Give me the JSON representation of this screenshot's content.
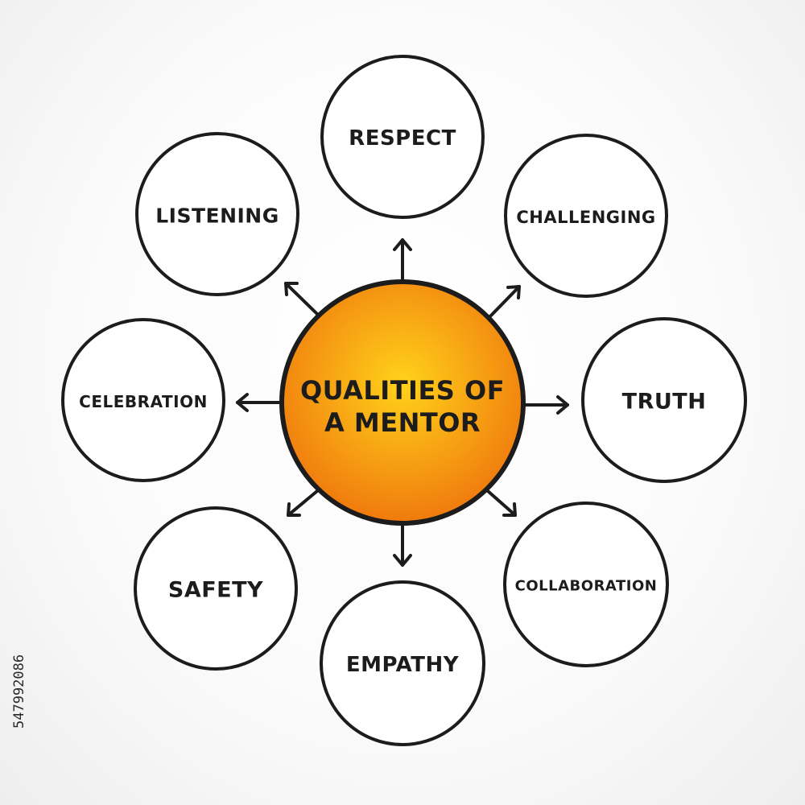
{
  "center": {
    "label_line1": "QUALITIES OF",
    "label_line2": "A MENTOR",
    "fill_light": "#ffd21a",
    "fill_dark": "#f07a0e"
  },
  "nodes": [
    {
      "id": "respect",
      "label": "RESPECT"
    },
    {
      "id": "challenging",
      "label": "CHALLENGING"
    },
    {
      "id": "truth",
      "label": "TRUTH"
    },
    {
      "id": "collaboration",
      "label": "COLLABORATION"
    },
    {
      "id": "empathy",
      "label": "EMPATHY"
    },
    {
      "id": "safety",
      "label": "SAFETY"
    },
    {
      "id": "celebration",
      "label": "CELEBRATION"
    },
    {
      "id": "listening",
      "label": "LISTENING"
    }
  ],
  "stock_id": "547992086"
}
